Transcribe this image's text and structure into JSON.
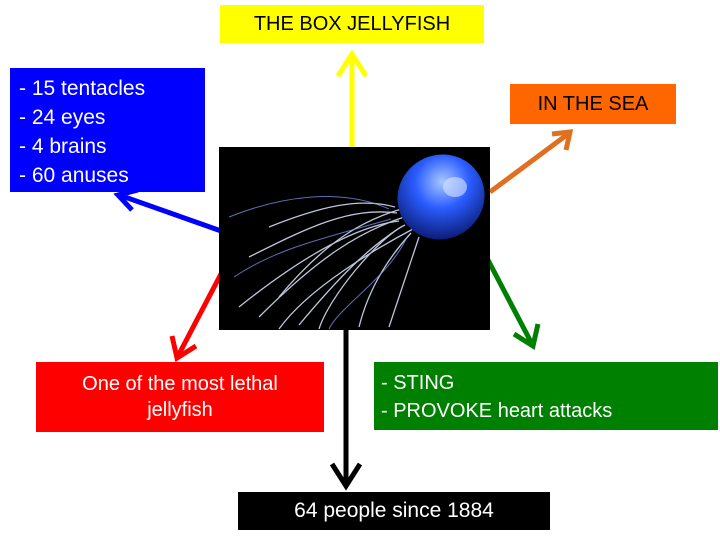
{
  "title": "THE BOX JELLYFISH",
  "facts": [
    "- 15 tentacles",
    "- 24 eyes",
    "- 4 brains",
    "- 60 anuses"
  ],
  "habitat": "IN THE SEA",
  "lethal": {
    "line1": "One of the most lethal",
    "line2": "jellyfish"
  },
  "effects": [
    "- STING",
    "- PROVOKE heart attacks"
  ],
  "deaths": "64 people since 1884",
  "colors": {
    "title_bg": "#ffff00",
    "facts_bg": "#0000ff",
    "habitat_bg": "#ff6600",
    "lethal_bg": "#ff0000",
    "effects_bg": "#008000",
    "deaths_bg": "#000000",
    "jellyfish": "#2a5cff"
  }
}
